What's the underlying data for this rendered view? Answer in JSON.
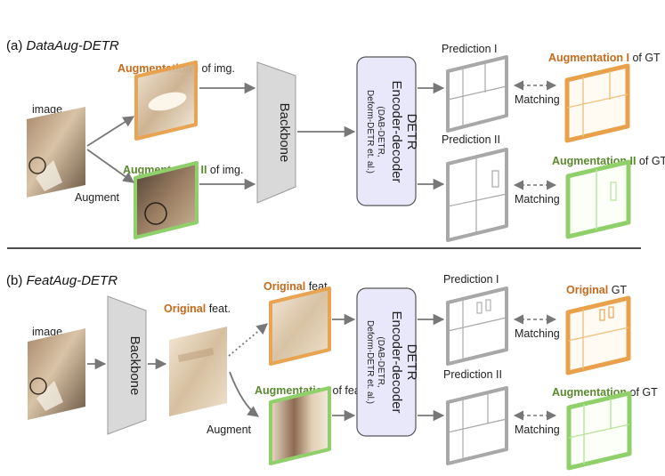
{
  "panel_a": {
    "title_prefix": "(a) ",
    "title_main": "DataAug-DETR",
    "image_label": "image",
    "augment_label": "Augment",
    "aug1_prefix": "Augmentation I",
    "aug1_suffix": " of img.",
    "aug2_prefix": "Augmentation II",
    "aug2_suffix": " of img.",
    "backbone": "Backbone",
    "detr_title": "DETR",
    "detr_sub": "Encoder-decoder",
    "detr_note1": "(DAB-DETR,",
    "detr_note2": "Deform-DETR et. al.)",
    "pred1": "Prediction I",
    "pred2": "Prediction II",
    "matching1": "Matching",
    "matching2": "Matching",
    "gt1_prefix": "Augmentation I",
    "gt1_suffix": " of GT",
    "gt2_prefix": "Augmentation II",
    "gt2_suffix": " of GT"
  },
  "panel_b": {
    "title_prefix": "(b) ",
    "title_main": "FeatAug-DETR",
    "image_label": "image",
    "backbone": "Backbone",
    "orig_feat_prefix": "Original",
    "orig_feat_suffix": " feat.",
    "orig_feat2_prefix": "Original",
    "orig_feat2_suffix": " feat.",
    "augment_label": "Augment",
    "aug_feat_prefix": "Augmentation",
    "aug_feat_suffix": " of feat.",
    "detr_title": "DETR",
    "detr_sub": "Encoder-decoder",
    "detr_note1": "(DAB-DETR,",
    "detr_note2": "Deform-DETR et. al.)",
    "pred1": "Prediction I",
    "pred2": "Prediction II",
    "matching1": "Matching",
    "matching2": "Matching",
    "gt1_prefix": "Original",
    "gt1_suffix": " GT",
    "gt2_prefix": "Augmentation",
    "gt2_suffix": " of GT"
  },
  "colors": {
    "orange": "#e8a04a",
    "green": "#8fd06a",
    "gray": "#a8a8a8",
    "detr_fill": "#e9e8fb",
    "backbone_fill": "#d9d9d9"
  }
}
